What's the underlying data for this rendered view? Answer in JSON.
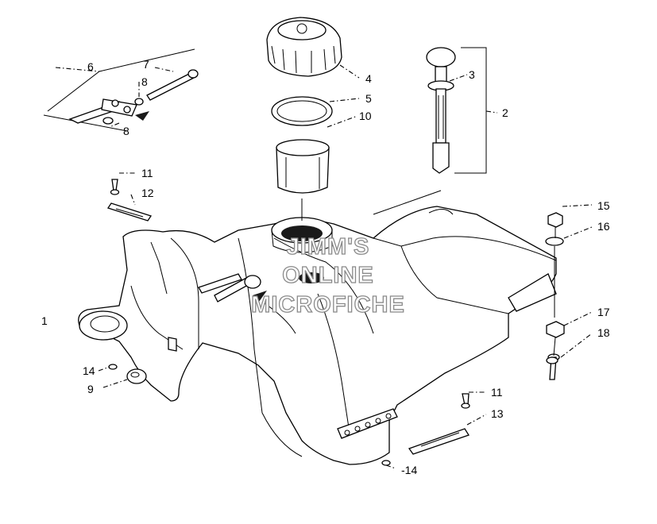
{
  "labels": {
    "l1": "1",
    "l2": "2",
    "l3": "3",
    "l4": "4",
    "l5": "5",
    "l6": "6",
    "l7": "7",
    "l8a": "8",
    "l8b": "8",
    "l9": "9",
    "l10": "10",
    "l11a": "11",
    "l11b": "11",
    "l12": "12",
    "l13": "13",
    "l14a": "14",
    "l14b": "-14",
    "l15": "15",
    "l16": "16",
    "l17": "17",
    "l18": "18"
  },
  "watermark": {
    "line1": "JIMM'S",
    "line2": "ONLINE",
    "line3": "MICROFICHE"
  }
}
